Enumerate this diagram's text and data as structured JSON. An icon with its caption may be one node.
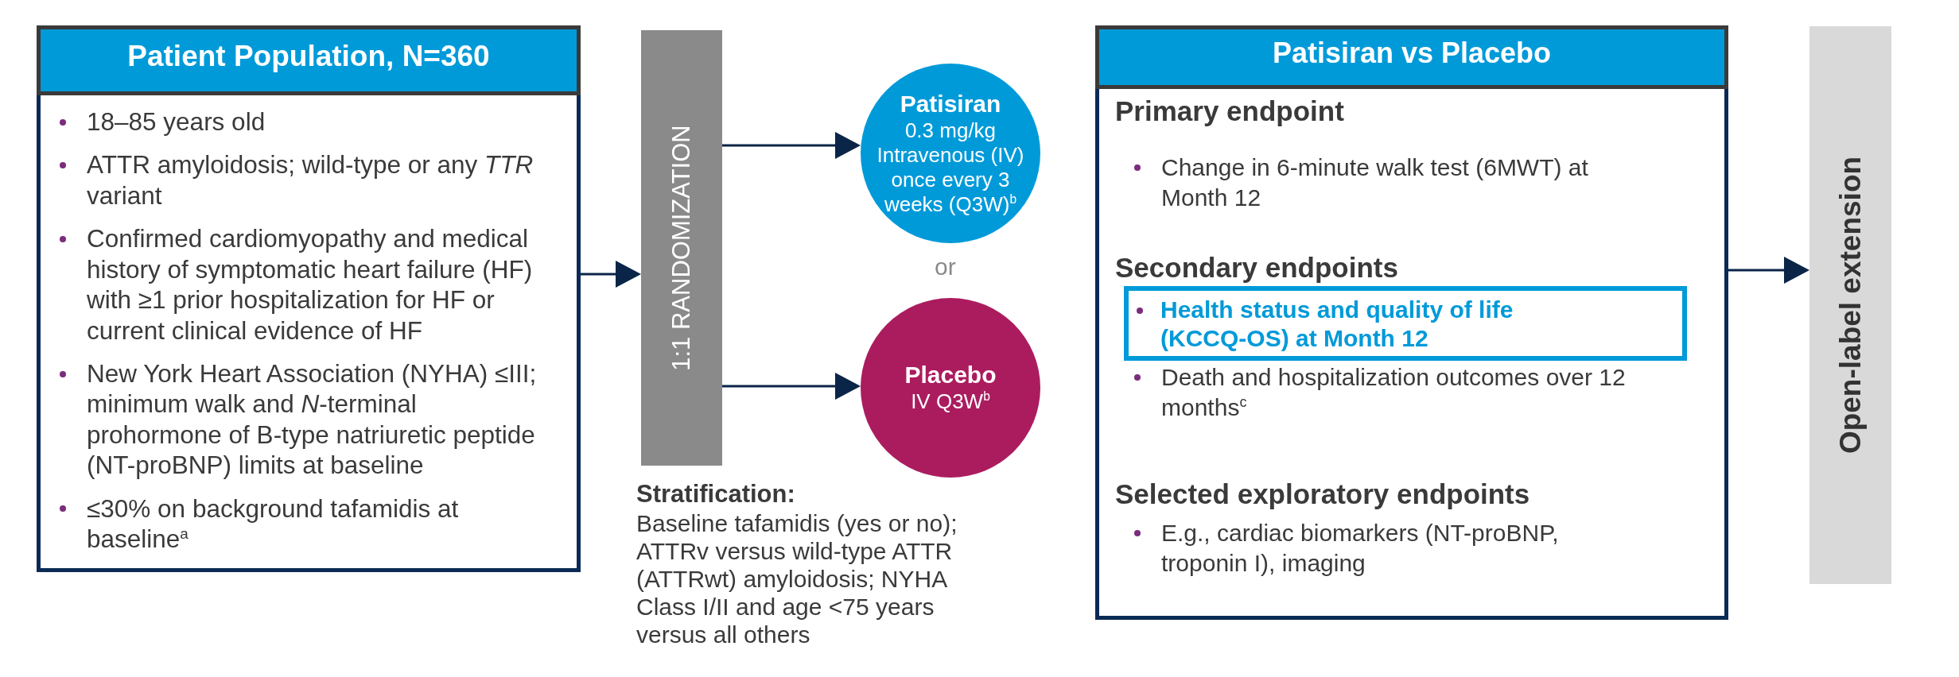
{
  "diagram": {
    "nodes": [
      {
        "text": [
          "Patient Population, N=360",
          "18–85 years old",
          "ATTR amyloidosis; wild-type or any *TTR* variant",
          "Confirmed cardiomyopathy and medical history of symptomatic heart failure (HF) with ≥1 prior hospitalization for HF or current clinical evidence of HF",
          "New York Heart Association (NYHA) ≤III; minimum walk and *N*-terminal prohormone of B-type natriuretic peptide (NT-proBNP) limits at baseline",
          "≤30% on background tafamidis at baseline$^{a}$"
        ]
      },
      {
        "text": [
          "1:1 RANDOMIZATION"
        ]
      },
      {
        "text": [
          "Patisiran",
          "0.3 mg/kg Intravenous (IV) once every 3 weeks (Q3W)$^{b}$"
        ]
      },
      {
        "text": [
          "Placebo",
          "IV Q3W$^{b}$"
        ]
      },
      {
        "text": [
          "Patisiran vs Placebo",
          "Primary endpoint",
          "Change in 6-minute walk test (6MWT) at Month 12",
          "Secondary endpoints",
          "Death and hospitalization outcomes over 12 months$^{c}$",
          "Selected exploratory endpoints",
          "E.g., cardiac biomarkers (NT-proBNP, troponin I), imaging"
        ]
      },
      {
        "text": [
          "Health status and quality of life (KCCQ-OS) at Month 12"
        ],
        "in": 4
      },
      {
        "text": [
          "Open-label extension"
        ]
      }
    ],
    "edges": [
      {
        "from": 0,
        "to": 1,
        "arrow": "to"
      },
      {
        "from": 1,
        "to": 2,
        "arrow": "to"
      },
      {
        "from": 1,
        "to": 3,
        "arrow": "to"
      },
      {
        "from": 4,
        "to": 6,
        "arrow": "to"
      }
    ],
    "labels": [
      "or",
      "Stratification:",
      "Baseline tafamidis (yes or no); ATTRv versus wild-type ATTR (ATTRwt) amyloidosis; NYHA Class I/II and age <75 years versus all others"
    ]
  }
}
